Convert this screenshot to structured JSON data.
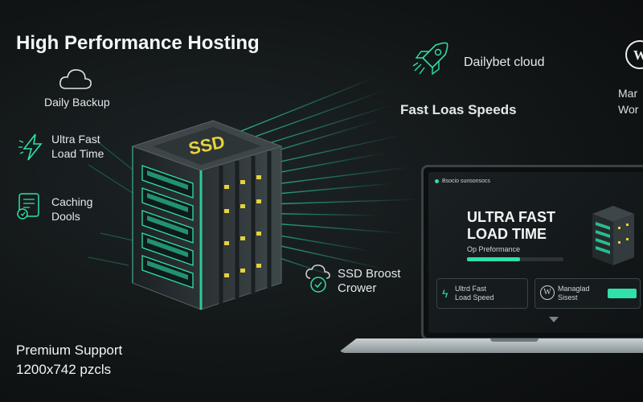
{
  "title": "High Performance Hosting",
  "features": {
    "daily_backup": "Daily Backup",
    "ultra_fast_line1": "Ultra Fast",
    "ultra_fast_line2": "Load Time",
    "caching_line1": "Caching",
    "caching_line2": "Dools",
    "ssd_boost_line1": "SSD Broost",
    "ssd_boost_line2": "Crower",
    "cloud": "Dailybet cloud",
    "fast_loads": "Fast Loas Speeds",
    "managed_line1": "Mar",
    "managed_line2": "Wor"
  },
  "server": {
    "label": "SSD"
  },
  "laptop": {
    "header": "Bsocio sunsonsocs",
    "headline_line1": "ULTRA FAST",
    "headline_line2": "LOAD TIME",
    "sub": "Op Preformance",
    "progress": 0.55,
    "card1_line1": "Ultrd Fast",
    "card1_line2": "Load Speed",
    "card2_line1": "Managlad",
    "card2_line2": "Sisest"
  },
  "footer": {
    "line1": "Premium Support",
    "line2": "1200x742 pzcls"
  },
  "colors": {
    "accent": "#2fe0a8",
    "background": "#121617",
    "yellow": "#e6d23c"
  },
  "icons": [
    "cloud-icon",
    "lightning-icon",
    "caching-icon",
    "rocket-icon",
    "ssd-boost-icon",
    "wordpress-icon"
  ]
}
